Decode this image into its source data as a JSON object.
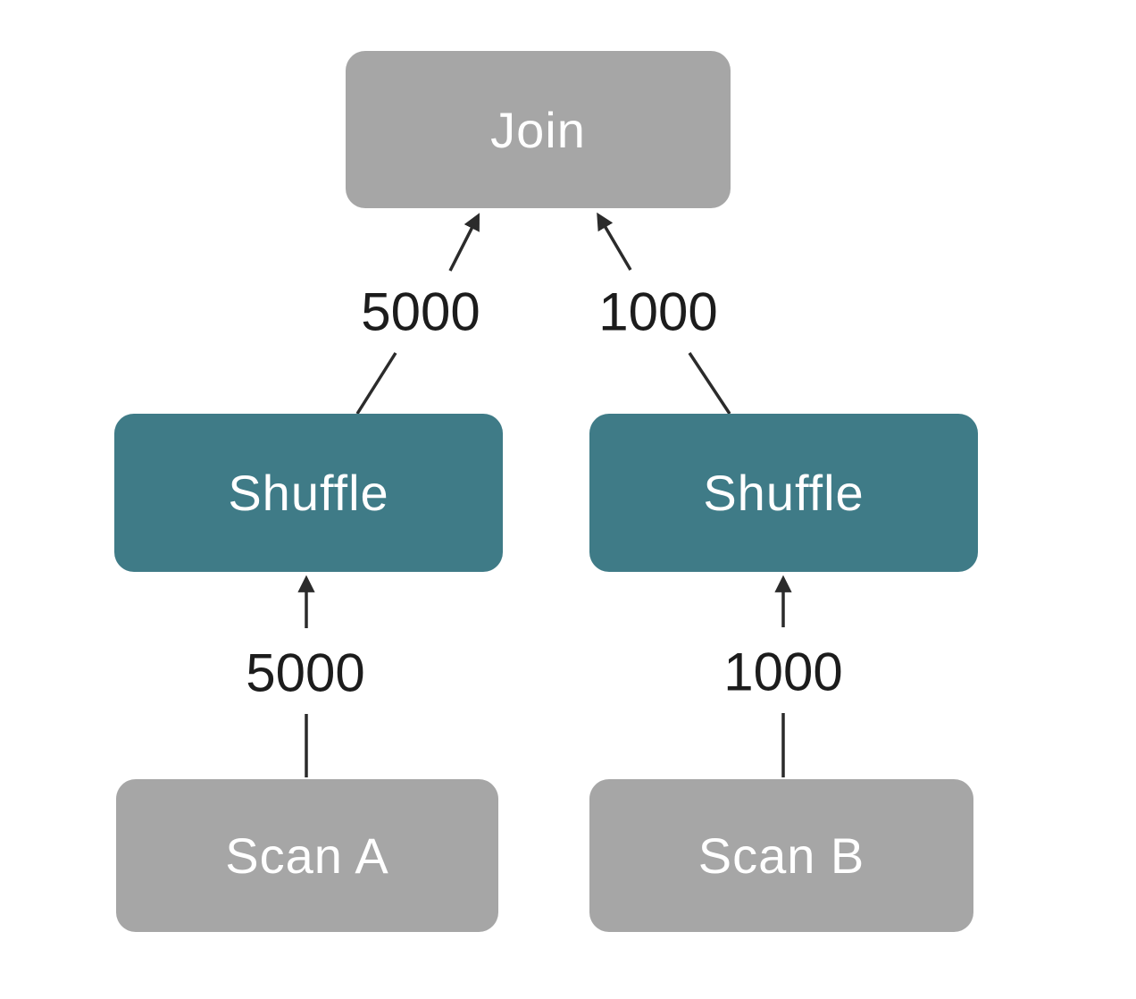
{
  "colors": {
    "background": "#ffffff",
    "node_gray": "#a6a6a6",
    "node_teal": "#3f7b87",
    "node_text": "#ffffff",
    "edge": "#2b2b2b",
    "label_text": "#1c1c1c"
  },
  "diagram": {
    "type": "query-plan-tree",
    "nodes": {
      "join": {
        "label": "Join",
        "color": "#a6a6a6"
      },
      "shuffle_left": {
        "label": "Shuffle",
        "color": "#3f7b87"
      },
      "shuffle_right": {
        "label": "Shuffle",
        "color": "#3f7b87"
      },
      "scan_a": {
        "label": "Scan A",
        "color": "#a6a6a6"
      },
      "scan_b": {
        "label": "Scan B",
        "color": "#a6a6a6"
      }
    },
    "edges": {
      "shuffle_left_to_join": {
        "from": "shuffle_left",
        "to": "join",
        "label": "5000"
      },
      "shuffle_right_to_join": {
        "from": "shuffle_right",
        "to": "join",
        "label": "1000"
      },
      "scan_a_to_shuffle_left": {
        "from": "scan_a",
        "to": "shuffle_left",
        "label": "5000"
      },
      "scan_b_to_shuffle_right": {
        "from": "scan_b",
        "to": "shuffle_right",
        "label": "1000"
      }
    }
  }
}
